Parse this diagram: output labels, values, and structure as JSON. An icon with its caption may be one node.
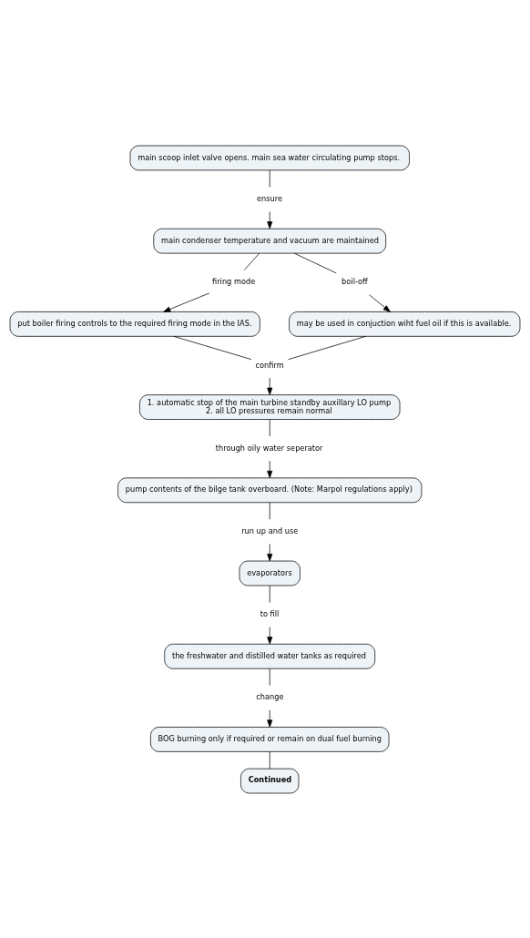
{
  "diagram": {
    "nodes": [
      {
        "text": [
          "main scoop inlet valve opens. main sea water circulating pump stops."
        ]
      },
      {
        "text": [
          "ensure"
        ]
      },
      {
        "text": [
          "main condenser temperature and vacuum are maintained"
        ]
      },
      {
        "text": [
          "firing mode"
        ]
      },
      {
        "text": [
          "boil-off"
        ]
      },
      {
        "text": [
          "put boiler firing controls to the required firing mode in the IAS."
        ]
      },
      {
        "text": [
          "may be used in conjuction wiht fuel oil if this is available."
        ]
      },
      {
        "text": [
          "confirm"
        ]
      },
      {
        "text": [
          "1. automatic stop of the main turbine standby auxillary LO pump",
          "2. all LO pressures remain normal"
        ]
      },
      {
        "text": [
          "through oily water seperator"
        ]
      },
      {
        "text": [
          "pump contents of the bilge tank overboard. (Note: Marpol regulations apply)"
        ]
      },
      {
        "text": [
          "run up and use"
        ]
      },
      {
        "text": [
          "evaporators"
        ]
      },
      {
        "text": [
          "to fill"
        ]
      },
      {
        "text": [
          "the freshwater and distilled water tanks as required"
        ]
      },
      {
        "text": [
          "change"
        ]
      },
      {
        "text": [
          "BOG burning only if required or remain on dual fuel burning"
        ]
      },
      {
        "text": [
          "Continued"
        ]
      }
    ],
    "edges": [
      {
        "from": 0,
        "to": 1,
        "arrow": "none"
      },
      {
        "from": 1,
        "to": 2,
        "arrow": "to"
      },
      {
        "from": 2,
        "to": 3,
        "arrow": "none"
      },
      {
        "from": 3,
        "to": 5,
        "arrow": "to"
      },
      {
        "from": 2,
        "to": 4,
        "arrow": "none"
      },
      {
        "from": 4,
        "to": 6,
        "arrow": "to"
      },
      {
        "from": 5,
        "to": 7,
        "arrow": "none"
      },
      {
        "from": 6,
        "to": 7,
        "arrow": "none"
      },
      {
        "from": 7,
        "to": 8,
        "arrow": "to"
      },
      {
        "from": 8,
        "to": 9,
        "arrow": "none"
      },
      {
        "from": 9,
        "to": 10,
        "arrow": "to"
      },
      {
        "from": 10,
        "to": 11,
        "arrow": "none"
      },
      {
        "from": 11,
        "to": 12,
        "arrow": "to"
      },
      {
        "from": 12,
        "to": 13,
        "arrow": "none"
      },
      {
        "from": 13,
        "to": 14,
        "arrow": "to"
      },
      {
        "from": 14,
        "to": 15,
        "arrow": "none"
      },
      {
        "from": 15,
        "to": 16,
        "arrow": "to"
      },
      {
        "from": 16,
        "to": 17,
        "arrow": "none"
      }
    ]
  }
}
